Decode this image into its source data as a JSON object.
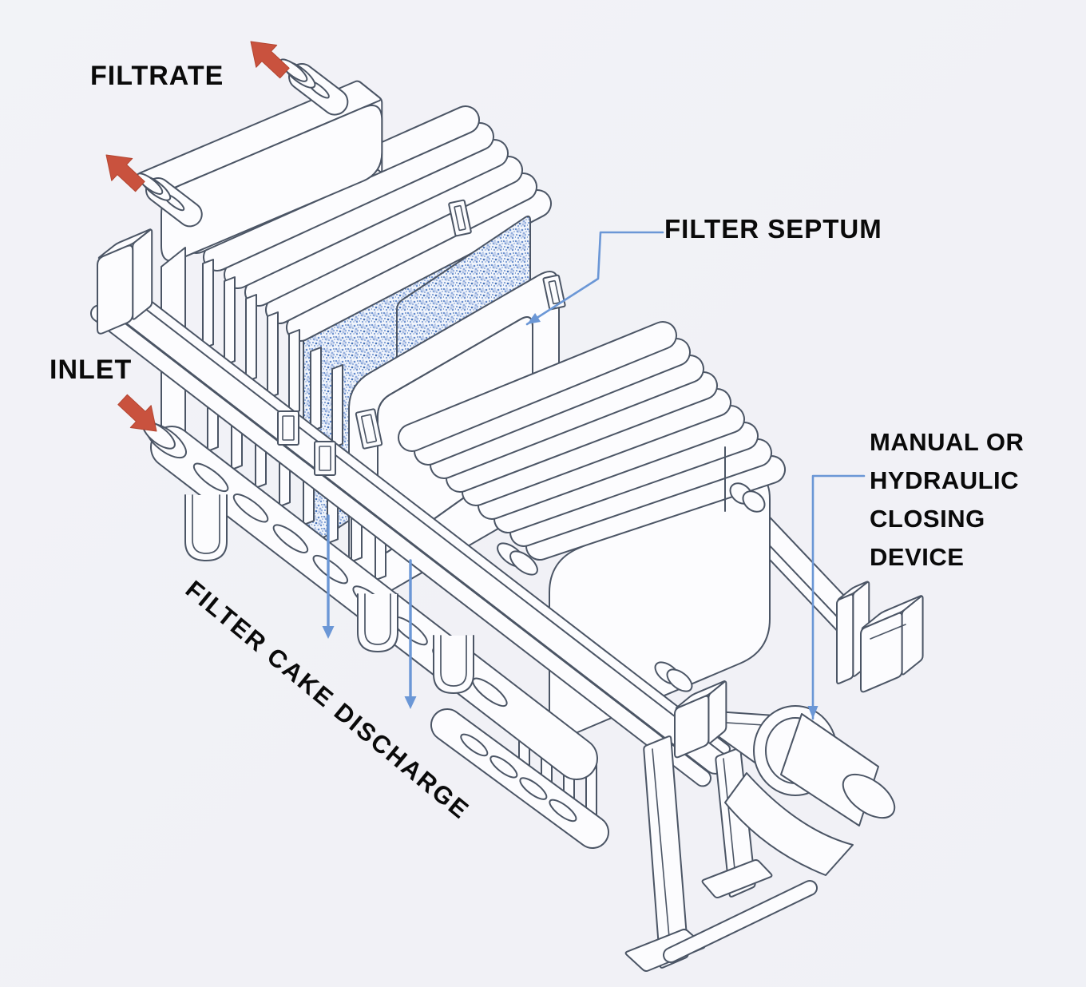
{
  "title": "Plate-and-frame filter press cutaway diagram",
  "labels": {
    "filtrate": "FILTRATE",
    "inlet": "INLET",
    "filter_septum": "FILTER SEPTUM",
    "filter_cake_discharge": "FILTER CAKE DISCHARGE",
    "closing_device": "MANUAL OR\nHYDRAULIC\nCLOSING\nDEVICE"
  },
  "colors": {
    "background": "#f1f2f6",
    "line": "#4b5565",
    "fill": "#fcfcfe",
    "stipple_base": "#f0f4fb",
    "septum_stipple": "#5d86ca",
    "septum_stipple_dark": "#3f6cb5",
    "septum_stipple_light": "#8fabdc",
    "flow_arrow_red": "#c9523e",
    "flow_arrow_red_edge": "#b44530",
    "annotation_blue": "#6b97d6",
    "label_text": "#0a0a0a"
  },
  "annotations": {
    "filtrate_arrows": [
      {
        "meaning": "filtrate flows out of upper outlet nozzle",
        "direction": "up-left"
      },
      {
        "meaning": "filtrate flows out of lower outlet nozzle",
        "direction": "up-left"
      }
    ],
    "inlet_arrow": {
      "meaning": "slurry feed enters inlet pipe",
      "direction": "down-right"
    },
    "discharge_arrows": [
      {
        "meaning": "filter cake drops from opened chamber",
        "direction": "down"
      },
      {
        "meaning": "filter cake drops from opened chamber",
        "direction": "down"
      }
    ],
    "leader_lines": [
      {
        "label": "FILTER SEPTUM",
        "points_to": "stippled filter cloth on plate"
      },
      {
        "label": "MANUAL OR HYDRAULIC CLOSING DEVICE",
        "points_to": "screw closing mechanism at tail stand"
      }
    ]
  }
}
